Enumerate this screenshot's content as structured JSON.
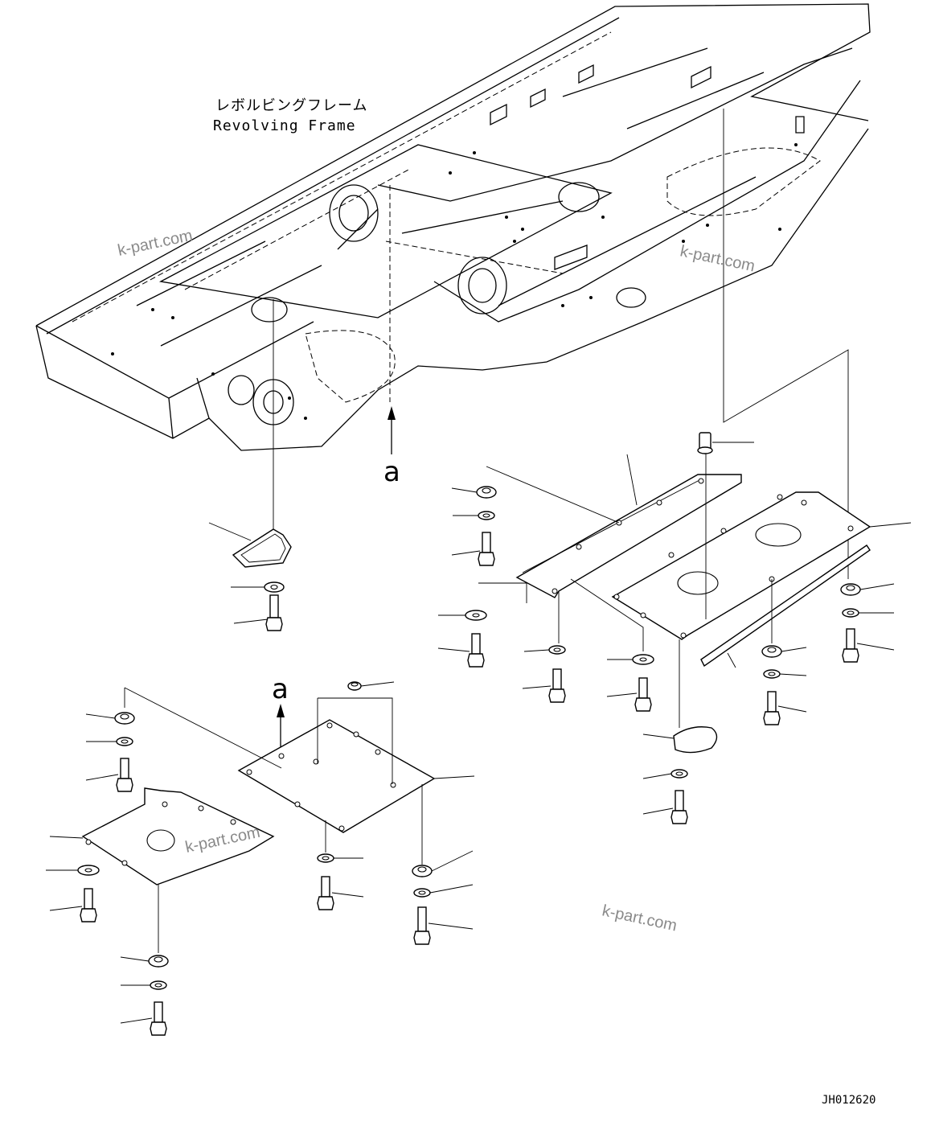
{
  "frame_label": {
    "japanese": "レボルビングフレーム",
    "english": "Revolving Frame"
  },
  "view_marker": "a",
  "drawing_code": "JH012620",
  "watermark": "k-part.com"
}
